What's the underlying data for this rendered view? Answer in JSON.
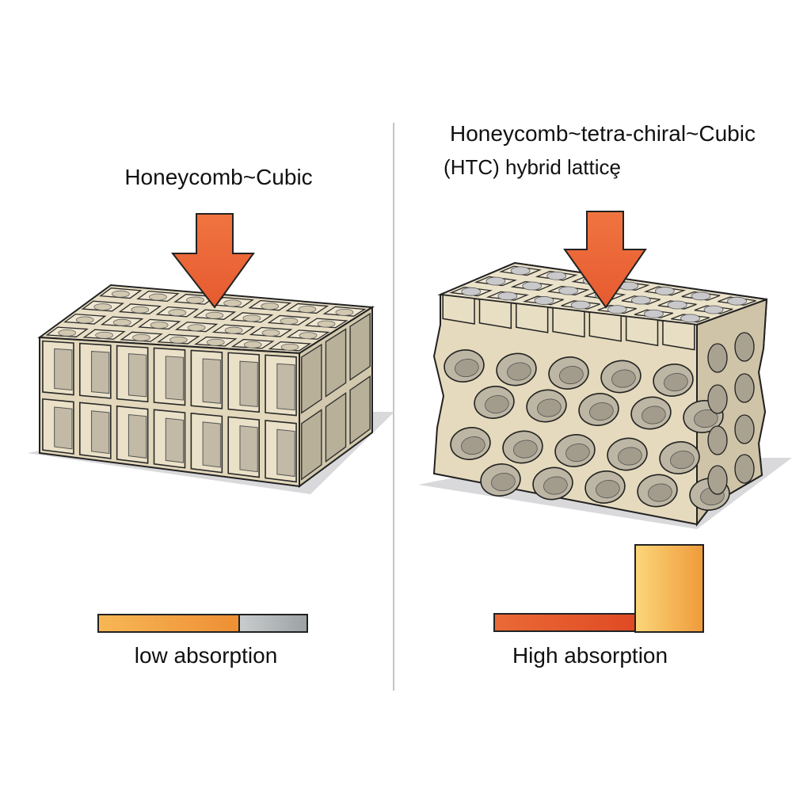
{
  "left": {
    "title": "Honeycomb~Cubic",
    "caption": "low absorption"
  },
  "right": {
    "title_line1": "Honeycomb~tetra-chiral~Cubic",
    "title_line2": "(HTC) hybrid latticȩ",
    "caption": "High absorption"
  },
  "colors": {
    "arrow": "#ee6a3a",
    "lattice_face": "#e6dcc2",
    "lattice_shadow": "#bdb5a2",
    "base_shadow": "#d4d4d6",
    "bar_orange": "#f2a446",
    "bar_grey": "#b8bcbd",
    "bar_red": "#e5542c",
    "bar_yellow": "#f6c257"
  }
}
